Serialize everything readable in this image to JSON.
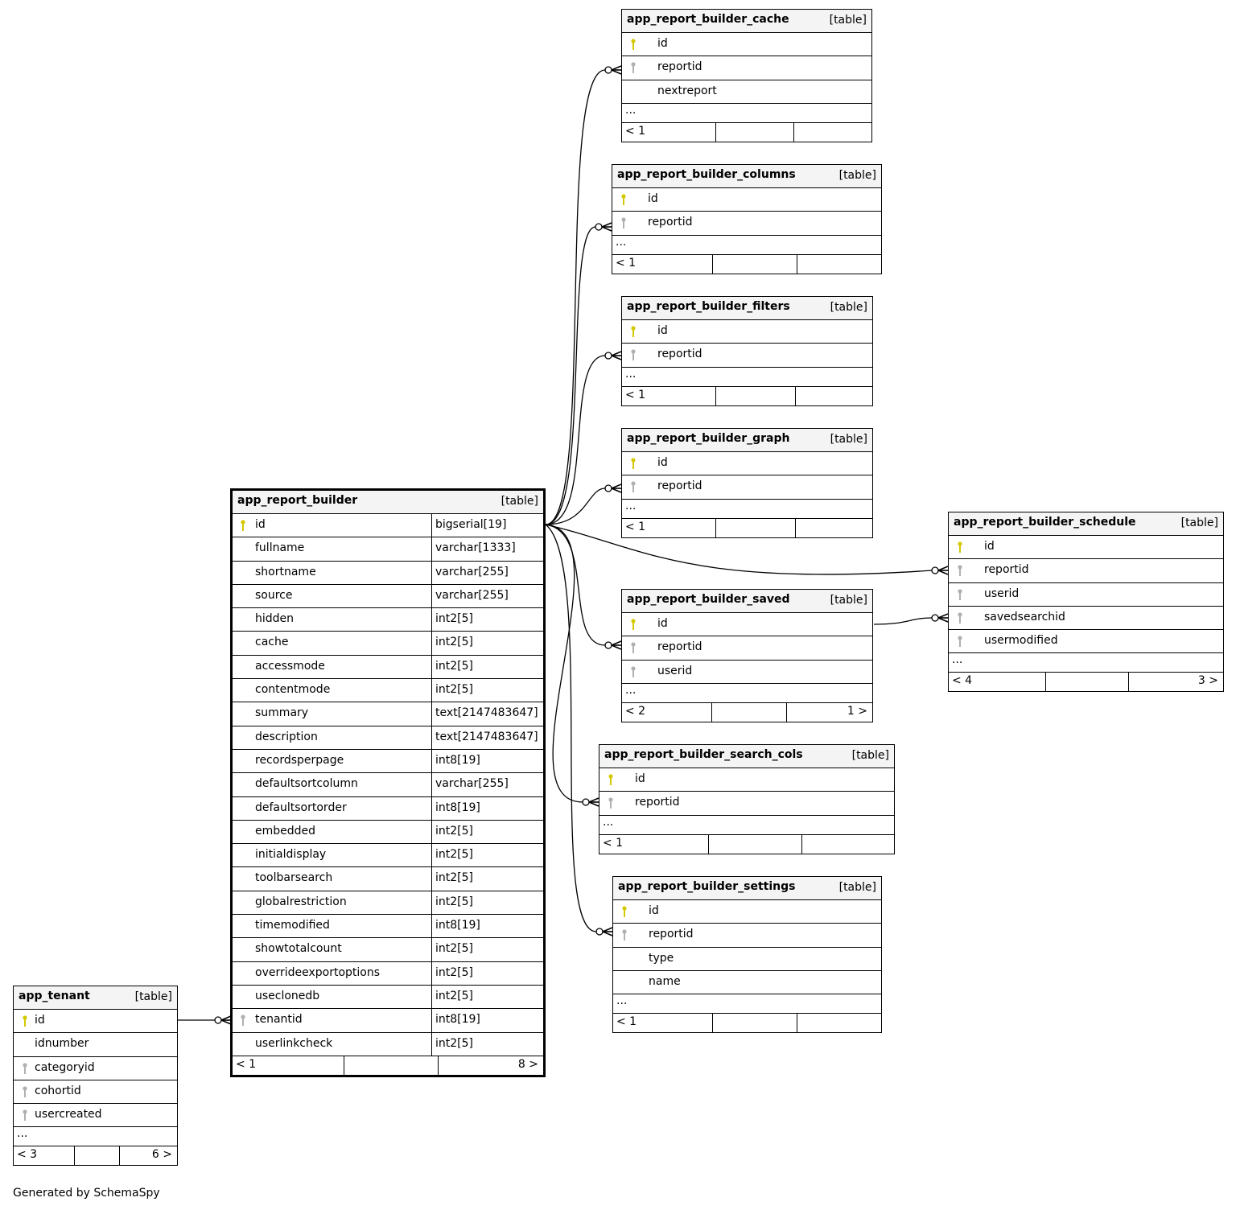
{
  "footer_text": "Generated by SchemaSpy",
  "colors": {
    "pk_key": "#d4c800",
    "fk_key": "#b0b0b0",
    "header_bg": "#f4f4f4"
  },
  "tables": {
    "cache": {
      "name": "app_report_builder_cache",
      "kind": "[table]",
      "columns": [
        {
          "name": "id",
          "key": "pk"
        },
        {
          "name": "reportid",
          "key": "fk"
        },
        {
          "name": "nextreport",
          "key": "none"
        }
      ],
      "ellipsis": "...",
      "footer_left": "< 1",
      "footer_right": ""
    },
    "columns": {
      "name": "app_report_builder_columns",
      "kind": "[table]",
      "columns": [
        {
          "name": "id",
          "key": "pk"
        },
        {
          "name": "reportid",
          "key": "fk"
        }
      ],
      "ellipsis": "...",
      "footer_left": "< 1",
      "footer_right": ""
    },
    "filters": {
      "name": "app_report_builder_filters",
      "kind": "[table]",
      "columns": [
        {
          "name": "id",
          "key": "pk"
        },
        {
          "name": "reportid",
          "key": "fk"
        }
      ],
      "ellipsis": "...",
      "footer_left": "< 1",
      "footer_right": ""
    },
    "graph": {
      "name": "app_report_builder_graph",
      "kind": "[table]",
      "columns": [
        {
          "name": "id",
          "key": "pk"
        },
        {
          "name": "reportid",
          "key": "fk"
        }
      ],
      "ellipsis": "...",
      "footer_left": "< 1",
      "footer_right": ""
    },
    "schedule": {
      "name": "app_report_builder_schedule",
      "kind": "[table]",
      "columns": [
        {
          "name": "id",
          "key": "pk"
        },
        {
          "name": "reportid",
          "key": "fk"
        },
        {
          "name": "userid",
          "key": "fk"
        },
        {
          "name": "savedsearchid",
          "key": "fk"
        },
        {
          "name": "usermodified",
          "key": "fk"
        }
      ],
      "ellipsis": "...",
      "footer_left": "< 4",
      "footer_right": "3 >"
    },
    "saved": {
      "name": "app_report_builder_saved",
      "kind": "[table]",
      "columns": [
        {
          "name": "id",
          "key": "pk"
        },
        {
          "name": "reportid",
          "key": "fk"
        },
        {
          "name": "userid",
          "key": "fk"
        }
      ],
      "ellipsis": "...",
      "footer_left": "< 2",
      "footer_right": "1 >"
    },
    "search_cols": {
      "name": "app_report_builder_search_cols",
      "kind": "[table]",
      "columns": [
        {
          "name": "id",
          "key": "pk"
        },
        {
          "name": "reportid",
          "key": "fk"
        }
      ],
      "ellipsis": "...",
      "footer_left": "< 1",
      "footer_right": ""
    },
    "settings": {
      "name": "app_report_builder_settings",
      "kind": "[table]",
      "columns": [
        {
          "name": "id",
          "key": "pk"
        },
        {
          "name": "reportid",
          "key": "fk"
        },
        {
          "name": "type",
          "key": "none"
        },
        {
          "name": "name",
          "key": "none"
        }
      ],
      "ellipsis": "...",
      "footer_left": "< 1",
      "footer_right": ""
    },
    "main": {
      "name": "app_report_builder",
      "kind": "[table]",
      "columns": [
        {
          "name": "id",
          "type": "bigserial[19]",
          "key": "pk"
        },
        {
          "name": "fullname",
          "type": "varchar[1333]",
          "key": "none"
        },
        {
          "name": "shortname",
          "type": "varchar[255]",
          "key": "none"
        },
        {
          "name": "source",
          "type": "varchar[255]",
          "key": "none"
        },
        {
          "name": "hidden",
          "type": "int2[5]",
          "key": "none"
        },
        {
          "name": "cache",
          "type": "int2[5]",
          "key": "none"
        },
        {
          "name": "accessmode",
          "type": "int2[5]",
          "key": "none"
        },
        {
          "name": "contentmode",
          "type": "int2[5]",
          "key": "none"
        },
        {
          "name": "summary",
          "type": "text[2147483647]",
          "key": "none"
        },
        {
          "name": "description",
          "type": "text[2147483647]",
          "key": "none"
        },
        {
          "name": "recordsperpage",
          "type": "int8[19]",
          "key": "none"
        },
        {
          "name": "defaultsortcolumn",
          "type": "varchar[255]",
          "key": "none"
        },
        {
          "name": "defaultsortorder",
          "type": "int8[19]",
          "key": "none"
        },
        {
          "name": "embedded",
          "type": "int2[5]",
          "key": "none"
        },
        {
          "name": "initialdisplay",
          "type": "int2[5]",
          "key": "none"
        },
        {
          "name": "toolbarsearch",
          "type": "int2[5]",
          "key": "none"
        },
        {
          "name": "globalrestriction",
          "type": "int2[5]",
          "key": "none"
        },
        {
          "name": "timemodified",
          "type": "int8[19]",
          "key": "none"
        },
        {
          "name": "showtotalcount",
          "type": "int2[5]",
          "key": "none"
        },
        {
          "name": "overrideexportoptions",
          "type": "int2[5]",
          "key": "none"
        },
        {
          "name": "useclonedb",
          "type": "int2[5]",
          "key": "none"
        },
        {
          "name": "tenantid",
          "type": "int8[19]",
          "key": "fk"
        },
        {
          "name": "userlinkcheck",
          "type": "int2[5]",
          "key": "none"
        }
      ],
      "footer_left": "< 1",
      "footer_right": "8 >"
    },
    "tenant": {
      "name": "app_tenant",
      "kind": "[table]",
      "columns": [
        {
          "name": "id",
          "key": "pk"
        },
        {
          "name": "idnumber",
          "key": "none"
        },
        {
          "name": "categoryid",
          "key": "fk"
        },
        {
          "name": "cohortid",
          "key": "fk"
        },
        {
          "name": "usercreated",
          "key": "fk"
        }
      ],
      "ellipsis": "...",
      "footer_left": "< 3",
      "footer_right": "6 >"
    }
  }
}
